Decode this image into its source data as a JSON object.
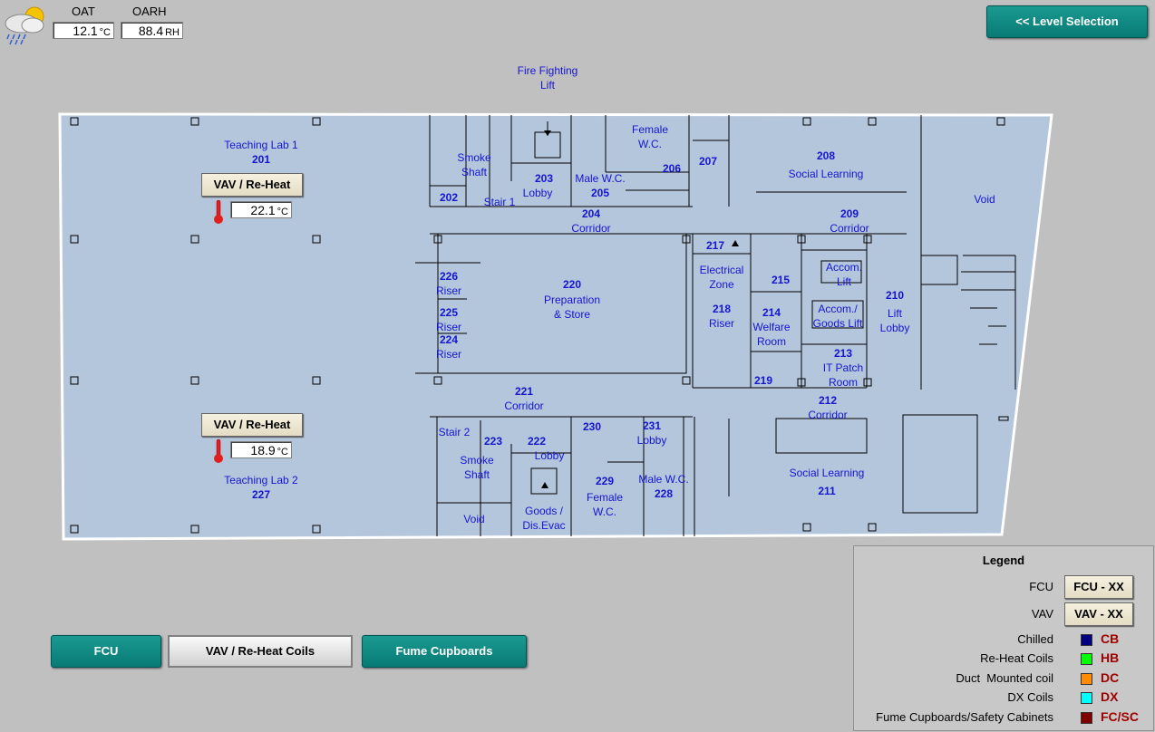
{
  "weather": {
    "icon": "cloud-rain-sun-icon",
    "oat_label": "OAT",
    "oat_value": "12.1",
    "oat_unit": "°C",
    "oarh_label": "OARH",
    "oarh_value": "88.4",
    "oarh_unit": "RH"
  },
  "nav": {
    "level_selection": "<< Level Selection"
  },
  "vav_units": [
    {
      "label": "VAV / Re-Heat",
      "temp": "22.1",
      "unit": "°C"
    },
    {
      "label": "VAV / Re-Heat",
      "temp": "18.9",
      "unit": "°C"
    }
  ],
  "rooms": {
    "fire_lift": [
      "Fire Fighting",
      "Lift"
    ],
    "r201": [
      "Teaching Lab 1",
      "201"
    ],
    "r227": [
      "Teaching Lab 2",
      "227"
    ],
    "r202": "202",
    "smoke1": [
      "Smoke",
      "Shaft"
    ],
    "stair1": "Stair 1",
    "r203": [
      "203",
      "Lobby"
    ],
    "r205": [
      "Male W.C.",
      "205"
    ],
    "female_wc": [
      "Female",
      "W.C."
    ],
    "r206": "206",
    "r207": "207",
    "r208": [
      "208",
      "Social Learning"
    ],
    "void1": "Void",
    "r204": [
      "204",
      "Corridor"
    ],
    "r209": [
      "209",
      "Corridor"
    ],
    "r217": "217",
    "electrical": [
      "Electrical",
      "Zone"
    ],
    "r220": [
      "220",
      "Preparation",
      "& Store"
    ],
    "r226": [
      "226",
      "Riser"
    ],
    "r225": [
      "225",
      "Riser"
    ],
    "r224": [
      "224",
      "Riser"
    ],
    "r218": [
      "218",
      "Riser"
    ],
    "r215": "215",
    "accom_lift": [
      "Accom.",
      "Lift"
    ],
    "accom_goods": [
      "Accom./",
      "Goods Lift"
    ],
    "r210": [
      "210",
      "Lift",
      "Lobby"
    ],
    "r214": [
      "214",
      "Welfare",
      "Room"
    ],
    "r213": [
      "213",
      "IT Patch",
      "Room"
    ],
    "r219": "219",
    "r221": [
      "221",
      "Corridor"
    ],
    "r212": [
      "212",
      "Corridor"
    ],
    "stair2": "Stair 2",
    "r223": "223",
    "r222": [
      "222",
      "Lobby"
    ],
    "r230": "230",
    "r231": [
      "231",
      "Lobby"
    ],
    "smoke2": [
      "Smoke",
      "Shaft"
    ],
    "r229": [
      "229",
      "Female",
      "W.C."
    ],
    "r228": [
      "Male W.C.",
      "228"
    ],
    "r211": [
      "Social Learning",
      "211"
    ],
    "void2": "Void",
    "goods_evac": [
      "Goods /",
      "Dis.Evac"
    ]
  },
  "bottom_buttons": {
    "fcu": "FCU",
    "vav": "VAV / Re-Heat Coils",
    "fume": "Fume Cupboards"
  },
  "legend": {
    "title": "Legend",
    "fcu_label": "FCU",
    "fcu_button": "FCU - XX",
    "vav_label": "VAV",
    "vav_button": "VAV - XX",
    "items": [
      {
        "label": "Chilled",
        "color": "#000080",
        "code": "CB"
      },
      {
        "label": "Re-Heat Coils",
        "color": "#00ff00",
        "code": "HB"
      },
      {
        "label": "Duct  Mounted coil",
        "color": "#ff8c00",
        "code": "DC"
      },
      {
        "label": "DX Coils",
        "color": "#00ffff",
        "code": "DX"
      },
      {
        "label": "Fume Cupboards/Safety Cabinets",
        "color": "#800000",
        "code": "FC/SC"
      }
    ]
  },
  "colors": {
    "floor": "#b4c6dc",
    "room_text": "#1515d0",
    "accent": "#0a8a84"
  }
}
